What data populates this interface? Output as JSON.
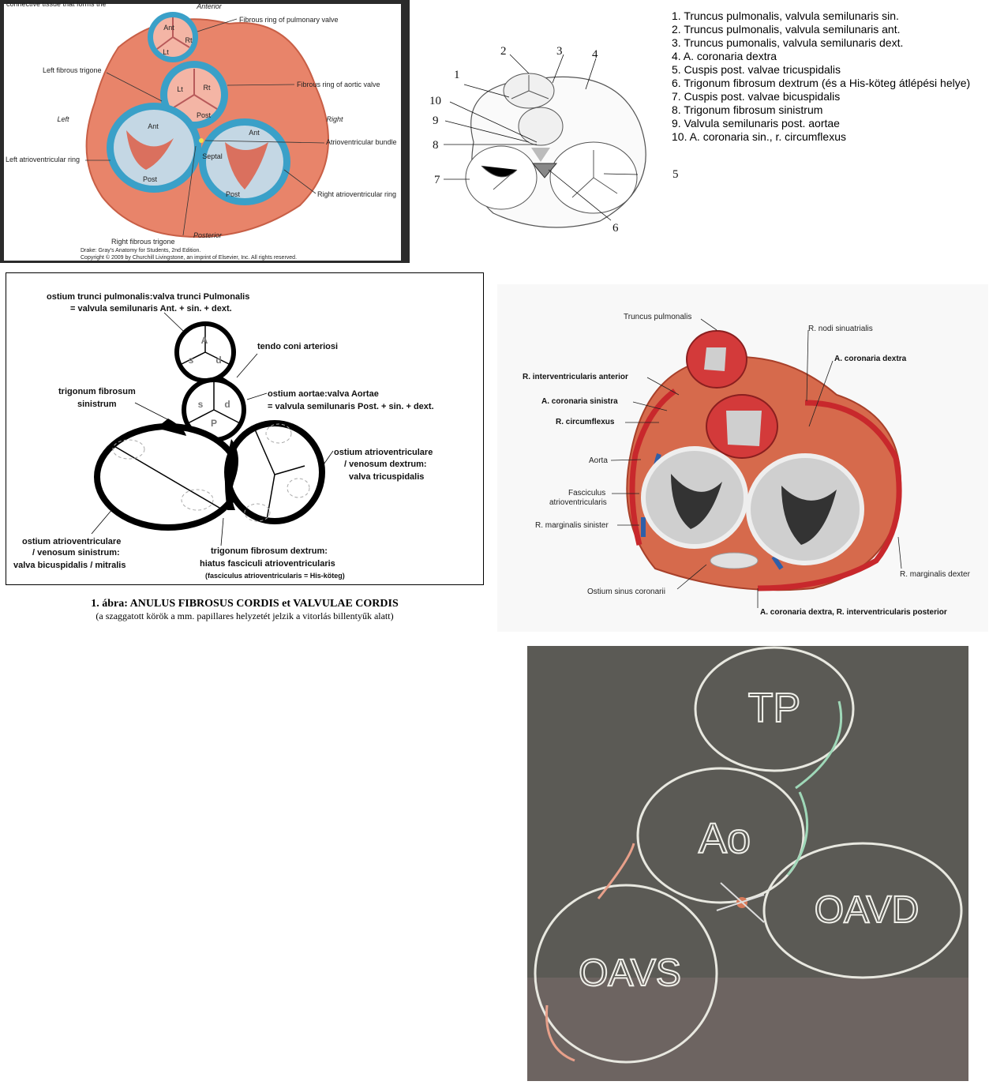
{
  "panel_gray": {
    "top_text": "connective tissue that forms the",
    "anterior": "Anterior",
    "posterior": "Posterior",
    "left": "Left",
    "right": "Right",
    "pulm_ant": "Ant",
    "pulm_rt": "Rt",
    "pulm_lt": "Lt",
    "aortic_lt": "Lt",
    "aortic_rt": "Rt",
    "aortic_post": "Post",
    "mitral_ant": "Ant",
    "mitral_post": "Post",
    "tri_ant": "Ant",
    "tri_septal": "Septal",
    "tri_post": "Post",
    "label_fibrous_ring_pulm": "Fibrous ring of pulmonary valve",
    "label_left_trigone": "Left fibrous trigone",
    "label_fibrous_ring_aortic": "Fibrous ring of aortic valve",
    "label_av_bundle": "Atrioventricular bundle",
    "label_left_av_ring": "Left atrioventricular ring",
    "label_right_av_ring": "Right atrioventricular ring",
    "label_right_trigone": "Right fibrous trigone",
    "credit_1": "Drake: Gray's Anatomy for Students, 2nd Edition.",
    "credit_2": "Copyright © 2009 by Churchill Livingstone, an imprint of Elsevier, Inc. All rights reserved."
  },
  "panel_sketch": {
    "numbers": [
      "1",
      "2",
      "3",
      "4",
      "5",
      "6",
      "7",
      "8",
      "9",
      "10"
    ]
  },
  "legend": [
    "1. Truncus pulmonalis,  valvula semilunaris sin.",
    "2. Truncus pulmonalis,  valvula semilunaris ant.",
    "3. Truncus pumonalis, valvula semilunaris dext.",
    "4. A. coronaria dextra",
    "5. Cuspis post.  valvae tricuspidalis",
    "6. Trigonum fibrosum dextrum (és a His-köteg átlépési helye)",
    "7. Cuspis post.  valvae bicuspidalis",
    "8. Trigonum fibrosum sinistrum",
    "9. Valvula semilunaris post. aortae",
    "10. A. coronaria sin., r. circumflexus"
  ],
  "panel_schema": {
    "pulm_title_1": "ostium trunci pulmonalis:valva trunci Pulmonalis",
    "pulm_title_2": "= valvula semilunaris Ant. + sin. + dext.",
    "tendo": "tendo coni arteriosi",
    "trig_sin_1": "trigonum fibrosum",
    "trig_sin_2": "sinistrum",
    "aorta_1": "ostium aortae:valva Aortae",
    "aorta_2": "= valvula semilunaris Post. + sin. + dext.",
    "avd_1": "ostium atrioventriculare",
    "avd_2": "/ venosum dextrum:",
    "avd_3": "valva tricuspidalis",
    "avs_1": "ostium atrioventriculare",
    "avs_2": "/ venosum sinistrum:",
    "avs_3": "valva bicuspidalis / mitralis",
    "trig_dex_1": "trigonum fibrosum dextrum:",
    "trig_dex_2": "hiatus fasciculi atrioventricularis",
    "trig_dex_3": "(fasciculus atrioventricularis = His-köteg)",
    "letter_A": "A",
    "letter_s1": "s",
    "letter_d1": "d",
    "letter_s2": "s",
    "letter_d2": "d",
    "letter_P": "P"
  },
  "caption": {
    "title": "1. ábra: ANULUS FIBROSUS CORDIS et VALVULAE CORDIS",
    "sub": "(a szaggatott körök a mm. papillares helyzetét jelzik a vitorlás billentyűk alatt)"
  },
  "panel_sobotta": {
    "truncus": "Truncus pulmonalis",
    "nodi": "R. nodi sinuatrialis",
    "cor_dex": "A. coronaria dextra",
    "interv_ant": "R. interventricularis anterior",
    "cor_sin": "A. coronaria sinistra",
    "circumflex": "R. circumflexus",
    "aorta": "Aorta",
    "fasc_1": "Fasciculus",
    "fasc_2": "atrioventricularis",
    "marg_sin": "R. marginalis sinister",
    "marg_dex": "R. marginalis dexter",
    "sinus_cor": "Ostium sinus coronarii",
    "cor_dex_post": "A. coronaria dextra, R. interventricularis posterior"
  },
  "panel_chalk": {
    "tp": "TP",
    "ao": "Ao",
    "oavd": "OAVD",
    "oavs": "OAVS"
  },
  "colors": {
    "muscle": "#e8846a",
    "ring": "#3aa0c8",
    "ring_dark": "#1f6f98",
    "chalkboard": "#5b5a55",
    "artery": "#c8282c",
    "vein": "#2f5fa8"
  }
}
